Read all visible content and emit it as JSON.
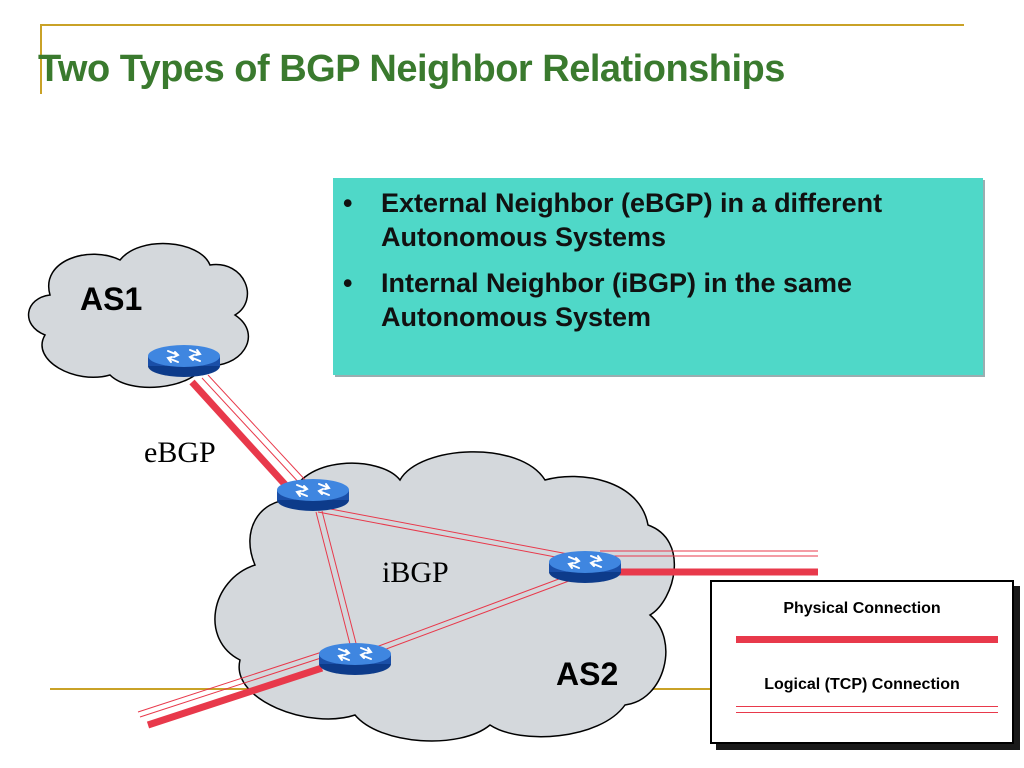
{
  "slide": {
    "title": "Two Types of BGP Neighbor Relationships",
    "bullets": [
      "External Neighbor (eBGP) in a different Autonomous Systems",
      "Internal Neighbor (iBGP) in the same Autonomous System"
    ],
    "bullet_symbol": "•"
  },
  "diagram": {
    "as1_label": "AS1",
    "as2_label": "AS2",
    "ebgp_label": "eBGP",
    "ibgp_label": "iBGP"
  },
  "legend": {
    "physical_label": "Physical Connection",
    "logical_label": "Logical (TCP) Connection"
  },
  "colors": {
    "title": "#3a7a2e",
    "callout": "#4fd8c8",
    "link": "#e8394b",
    "router": "#1f5fc0",
    "cloud": "#d4d8dc"
  }
}
